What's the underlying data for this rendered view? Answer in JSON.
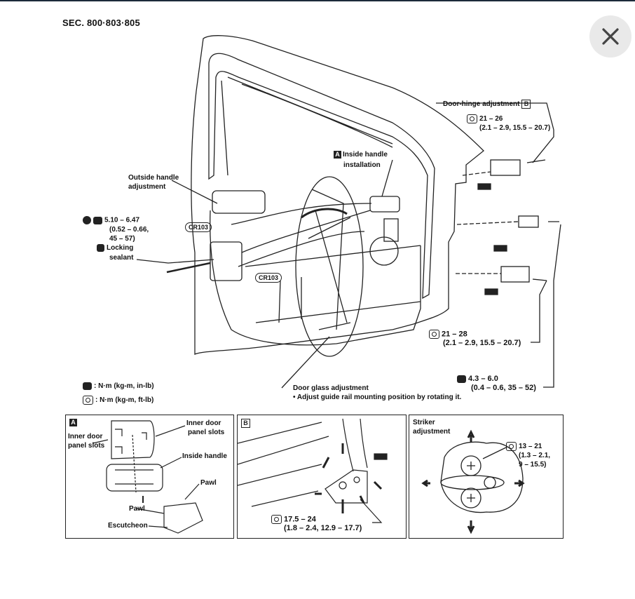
{
  "section": "SEC. 800·803·805",
  "close_label": "✕",
  "labels": {
    "hinge_adjust": "Door-hinge adjustment",
    "hinge_letter": "B",
    "hinge_torque1": "21 – 26",
    "hinge_torque1_sub": "(2.1 – 2.9, 15.5 – 20.7)",
    "inside_handle_letter": "A",
    "inside_handle1": "Inside handle",
    "inside_handle2": "installation",
    "outside_handle1": "Outside handle",
    "outside_handle2": "adjustment",
    "lock_torque": "5.10 – 6.47",
    "lock_torque_sub1": "(0.52 – 0.66,",
    "lock_torque_sub2": "45 – 57)",
    "locking1": "Locking",
    "locking2": "sealant",
    "cr103a": "CR103",
    "cr103b": "CR103",
    "torque28": "21 – 28",
    "torque28_sub": "(2.1 – 2.9, 15.5 – 20.7)",
    "torque6": "4.3 – 6.0",
    "torque6_sub": "(0.4 – 0.6, 35 – 52)",
    "legend1": ": N·m (kg-m, in-lb)",
    "legend2": ": N·m (kg-m, ft-lb)",
    "glass_adjust": "Door glass adjustment",
    "glass_note": "• Adjust guide rail mounting position by rotating it."
  },
  "panelA": {
    "letter": "A",
    "inner_door1": "Inner door",
    "inner_door2": "panel slots",
    "inner_left1": "Inner door",
    "inner_left2": "panel slots",
    "inside_handle": "Inside handle",
    "pawl1": "Pawl",
    "pawl2": "Pawl",
    "escutcheon": "Escutcheon"
  },
  "panelB": {
    "letter": "B",
    "torque": "17.5 – 24",
    "torque_sub": "(1.8 – 2.4, 12.9 – 17.7)"
  },
  "panelC": {
    "title1": "Striker",
    "title2": "adjustment",
    "torque": "13 – 21",
    "torque_sub1": "(1.3 – 2.1,",
    "torque_sub2": "9 – 15.5)"
  }
}
